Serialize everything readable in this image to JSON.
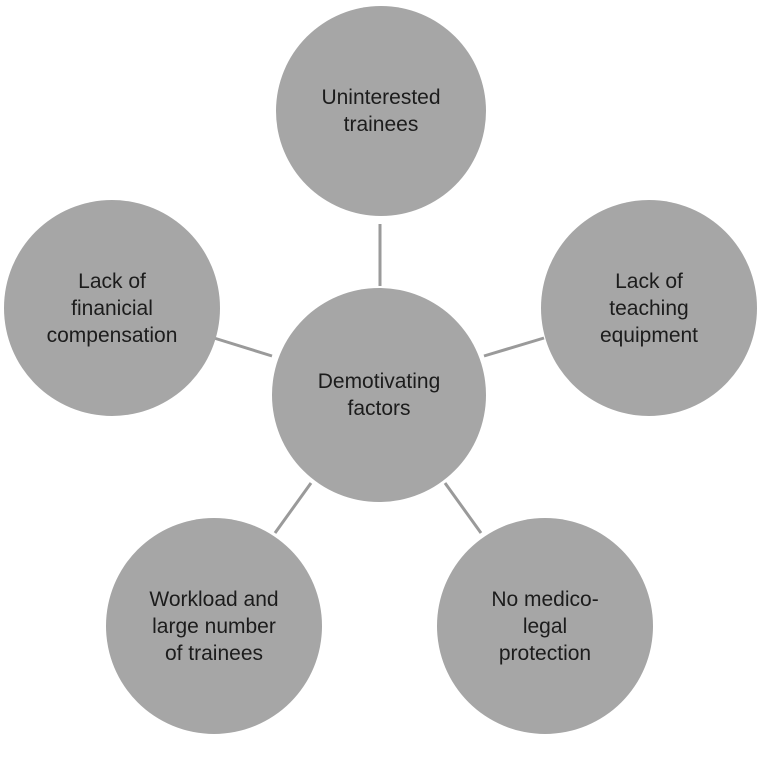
{
  "diagram": {
    "center": "Demotivating\nfactors",
    "nodes": {
      "top": "Uninterested\ntrainees",
      "right": "Lack of\nteaching\nequipment",
      "bottom_right": "No medico-\nlegal\nprotection",
      "bottom_left": "Workload and\nlarge number\nof trainees",
      "left": "Lack of\nfinanicial\ncompensation"
    },
    "colors": {
      "node_fill": "#a6a6a6",
      "connector": "#9a9a9a",
      "text": "#1c1c1c"
    }
  }
}
